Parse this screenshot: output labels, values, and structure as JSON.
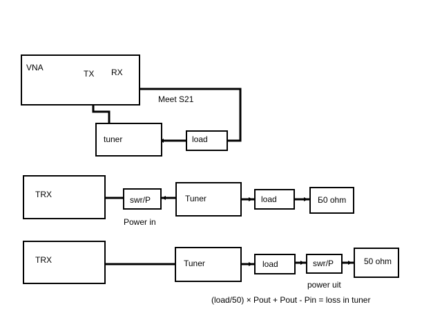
{
  "diagram": {
    "vna": {
      "label": "VNA",
      "tx_label": "TX",
      "rx_label": "RX"
    },
    "setup1": {
      "tuner_label": "tuner",
      "load_label": "load",
      "measure_label": "Meet S21"
    },
    "setup2": {
      "trx_label": "TRX",
      "swr_label": "swr/P",
      "tuner_label": "Tuner",
      "load_label": "load",
      "dummy_label": "Б0 ohm",
      "power_label": "Power in"
    },
    "setup3": {
      "trx_label": "TRX",
      "tuner_label": "Tuner",
      "load_label": "load",
      "swr_label": "swr/P",
      "dummy_label": "50 ohm",
      "power_label": "power uit"
    },
    "formula": "(load/50) × Pout + Pout - Pin = loss in tuner"
  }
}
